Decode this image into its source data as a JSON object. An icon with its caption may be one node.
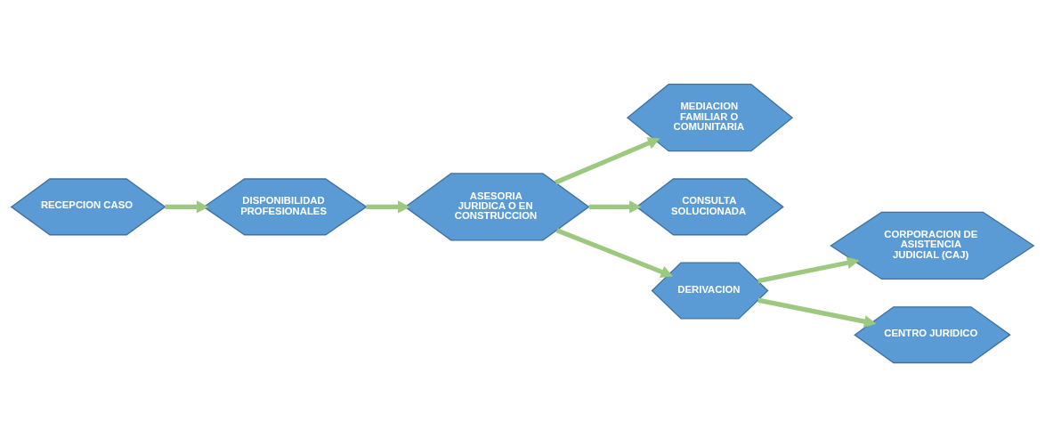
{
  "diagram": {
    "nodes": [
      {
        "text": [
          "RECEPCION CASO"
        ]
      },
      {
        "text": [
          "DISPONIBILIDAD PROFESIONALES"
        ]
      },
      {
        "text": [
          "ASESORIA JURIDICA O EN CONSTRUCCION"
        ]
      },
      {
        "text": [
          "MEDIACION FAMILIAR O COMUNITARIA"
        ]
      },
      {
        "text": [
          "CONSULTA SOLUCIONADA"
        ]
      },
      {
        "text": [
          "DERIVACION"
        ]
      },
      {
        "text": [
          "CORPORACION DE ASISTENCIA JUDICIAL (CAJ)"
        ]
      },
      {
        "text": [
          "CENTRO JURIDICO"
        ]
      }
    ],
    "edges": [
      {
        "from": 0,
        "to": 1,
        "arrow": "to"
      },
      {
        "from": 1,
        "to": 2,
        "arrow": "to"
      },
      {
        "from": 2,
        "to": 3,
        "arrow": "to"
      },
      {
        "from": 2,
        "to": 4,
        "arrow": "to"
      },
      {
        "from": 2,
        "to": 5,
        "arrow": "to"
      },
      {
        "from": 5,
        "to": 6,
        "arrow": "to"
      },
      {
        "from": 5,
        "to": 7,
        "arrow": "to"
      }
    ]
  }
}
